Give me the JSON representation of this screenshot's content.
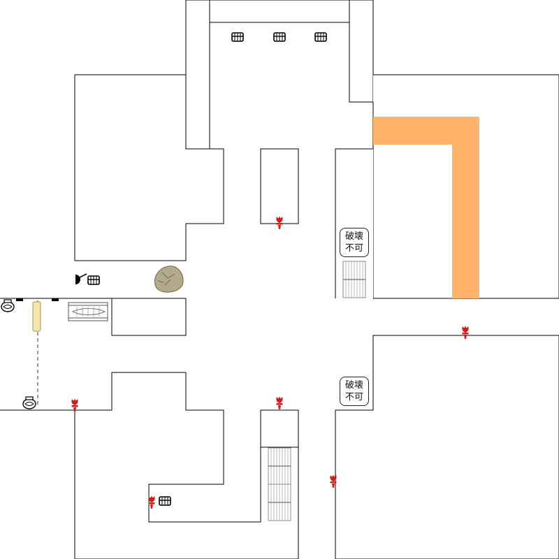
{
  "map": {
    "accent_color": "#ffb36b",
    "torch_color": "#cc1f1f",
    "rock_color": "#b3a98e"
  },
  "labels": [
    {
      "line1": "破壊",
      "line2": "不可"
    },
    {
      "line1": "破壊",
      "line2": "不可"
    }
  ],
  "icons": {
    "chests": [
      "treasure-chest-icon",
      "treasure-chest-icon",
      "treasure-chest-icon",
      "treasure-chest-icon",
      "treasure-chest-icon"
    ],
    "torches": [
      "torch-icon",
      "torch-icon",
      "torch-icon",
      "torch-icon",
      "torch-icon",
      "torch-icon"
    ],
    "pots": [
      "pot-icon",
      "pot-icon"
    ],
    "other": [
      "rock-icon",
      "cannon-icon",
      "stairs-icon",
      "grate-icon",
      "pillar-icon"
    ]
  }
}
